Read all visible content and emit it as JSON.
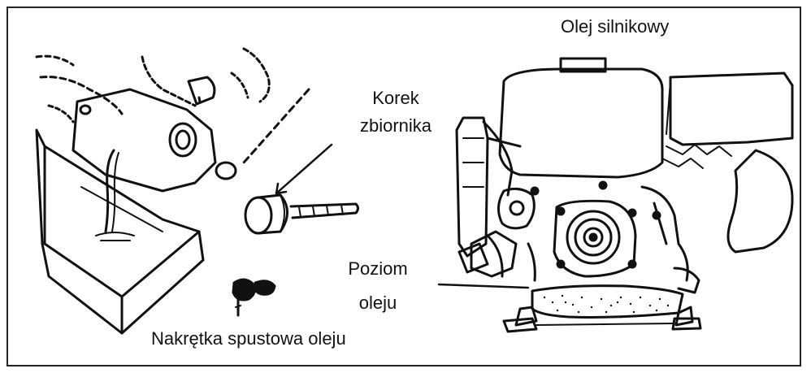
{
  "labels": {
    "engine_oil": "Olej silnikowy",
    "filler_cap_line1": "Korek",
    "filler_cap_line2": "zbiornika",
    "oil_level_line1": "Poziom",
    "oil_level_line2": "oleju",
    "drain_nut": "Nakrętka spustowa oleju"
  },
  "colors": {
    "ink": "#111111",
    "background": "#ffffff",
    "frame": "#222222"
  }
}
